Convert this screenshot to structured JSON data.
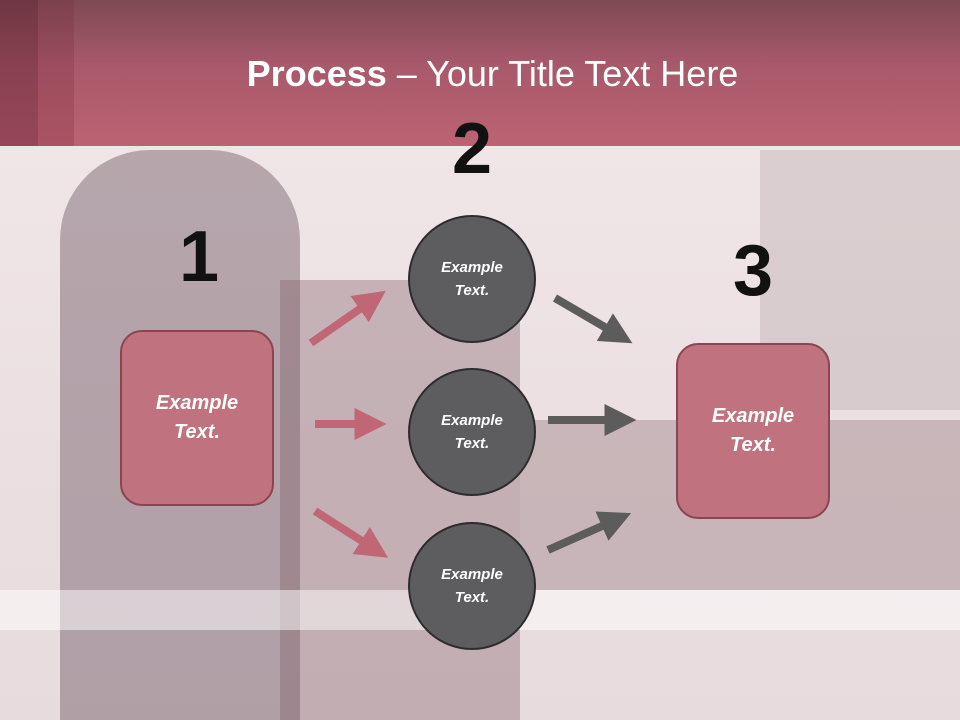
{
  "slide": {
    "title_bold": "Process",
    "title_rest": " – Your Title Text Here"
  },
  "steps": [
    {
      "number": "1",
      "text": "Example\nText."
    },
    {
      "number": "2",
      "text": "Example\nText."
    },
    {
      "number": "3",
      "text": "Example\nText."
    }
  ],
  "circles": [
    {
      "text": "Example\nText."
    },
    {
      "text": "Example\nText."
    },
    {
      "text": "Example\nText."
    }
  ],
  "colors": {
    "header": "#bb6373",
    "box_fill": "#c0737e",
    "circle_fill": "#5d5d5f",
    "pink_arrow": "#c06675",
    "gray_arrow": "#5c5c5c"
  }
}
